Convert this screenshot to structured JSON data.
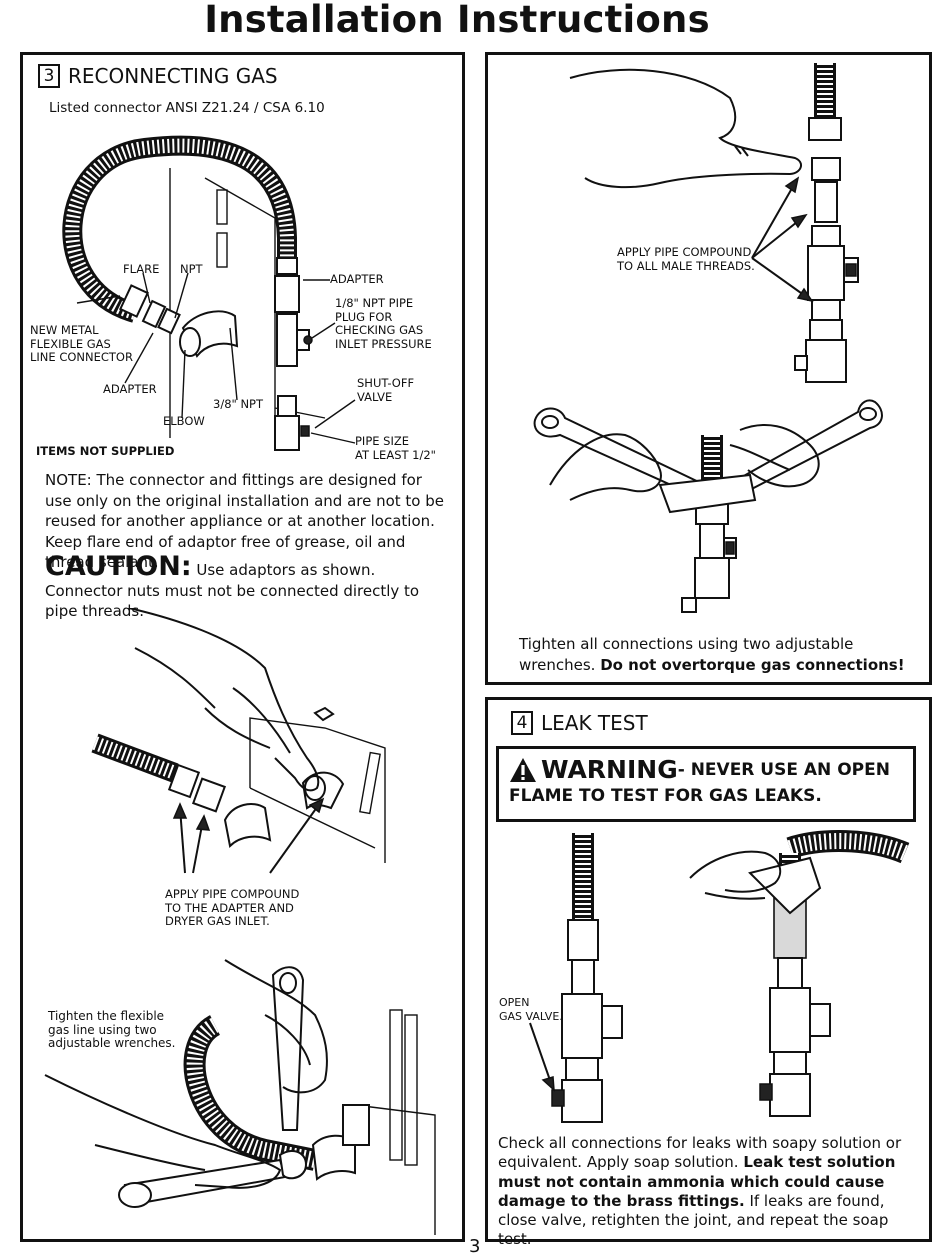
{
  "page": {
    "title": "Installation Instructions",
    "page_number": "3"
  },
  "section3": {
    "step_number": "3",
    "heading": "RECONNECTING GAS",
    "listed_connector": "Listed connector ANSI Z21.24 / CSA 6.10",
    "labels": {
      "flare": "FLARE",
      "npt": "NPT",
      "adapter_top": "ADAPTER",
      "plug": "1/8\" NPT PIPE\nPLUG FOR\nCHECKING GAS\nINLET PRESSURE",
      "new_connector": "NEW METAL\nFLEXIBLE GAS\nLINE CONNECTOR",
      "adapter_left": "ADAPTER",
      "npt_38": "3/8\" NPT",
      "elbow": "ELBOW",
      "shutoff": "SHUT-OFF\nVALVE",
      "pipe_size": "PIPE SIZE\nAT LEAST 1/2\""
    },
    "items_not_supplied": "ITEMS NOT SUPPLIED",
    "note": "NOTE: The connector and fittings are designed for use only on the original installation and are not to be reused for another appliance or at another location. Keep flare end of adaptor free of grease, oil and thread sealant.",
    "caution_word": "CAUTION:",
    "caution_text": " Use adaptors as shown. Connector nuts must not be connected directly to pipe threads.",
    "pipe_compound_label": "APPLY PIPE COMPOUND\nTO THE ADAPTER AND\nDRYER GAS INLET.",
    "tighten_flexible": "Tighten the flexible\ngas line using two\nadjustable wrenches."
  },
  "section_top_right": {
    "pipe_compound_label": "APPLY PIPE COMPOUND\nTO ALL MALE THREADS.",
    "tighten_text": "Tighten all connections using two adjustable wrenches. ",
    "tighten_bold": "Do not overtorque gas connections!"
  },
  "section4": {
    "step_number": "4",
    "heading": "LEAK TEST",
    "warning_word": "WARNING",
    "warning_line1": " - NEVER USE AN OPEN",
    "warning_line2": "FLAME TO TEST FOR GAS LEAKS.",
    "open_valve_label": "OPEN\nGAS VALVE.",
    "check_text_1": "Check all connections for leaks with soapy solution or equivalent. Apply soap solution. ",
    "check_bold": "Leak test solution must not contain ammonia which could cause damage to the brass fittings.",
    "check_text_2": " If leaks are found, close valve, retighten the joint, and repeat the soap test."
  }
}
